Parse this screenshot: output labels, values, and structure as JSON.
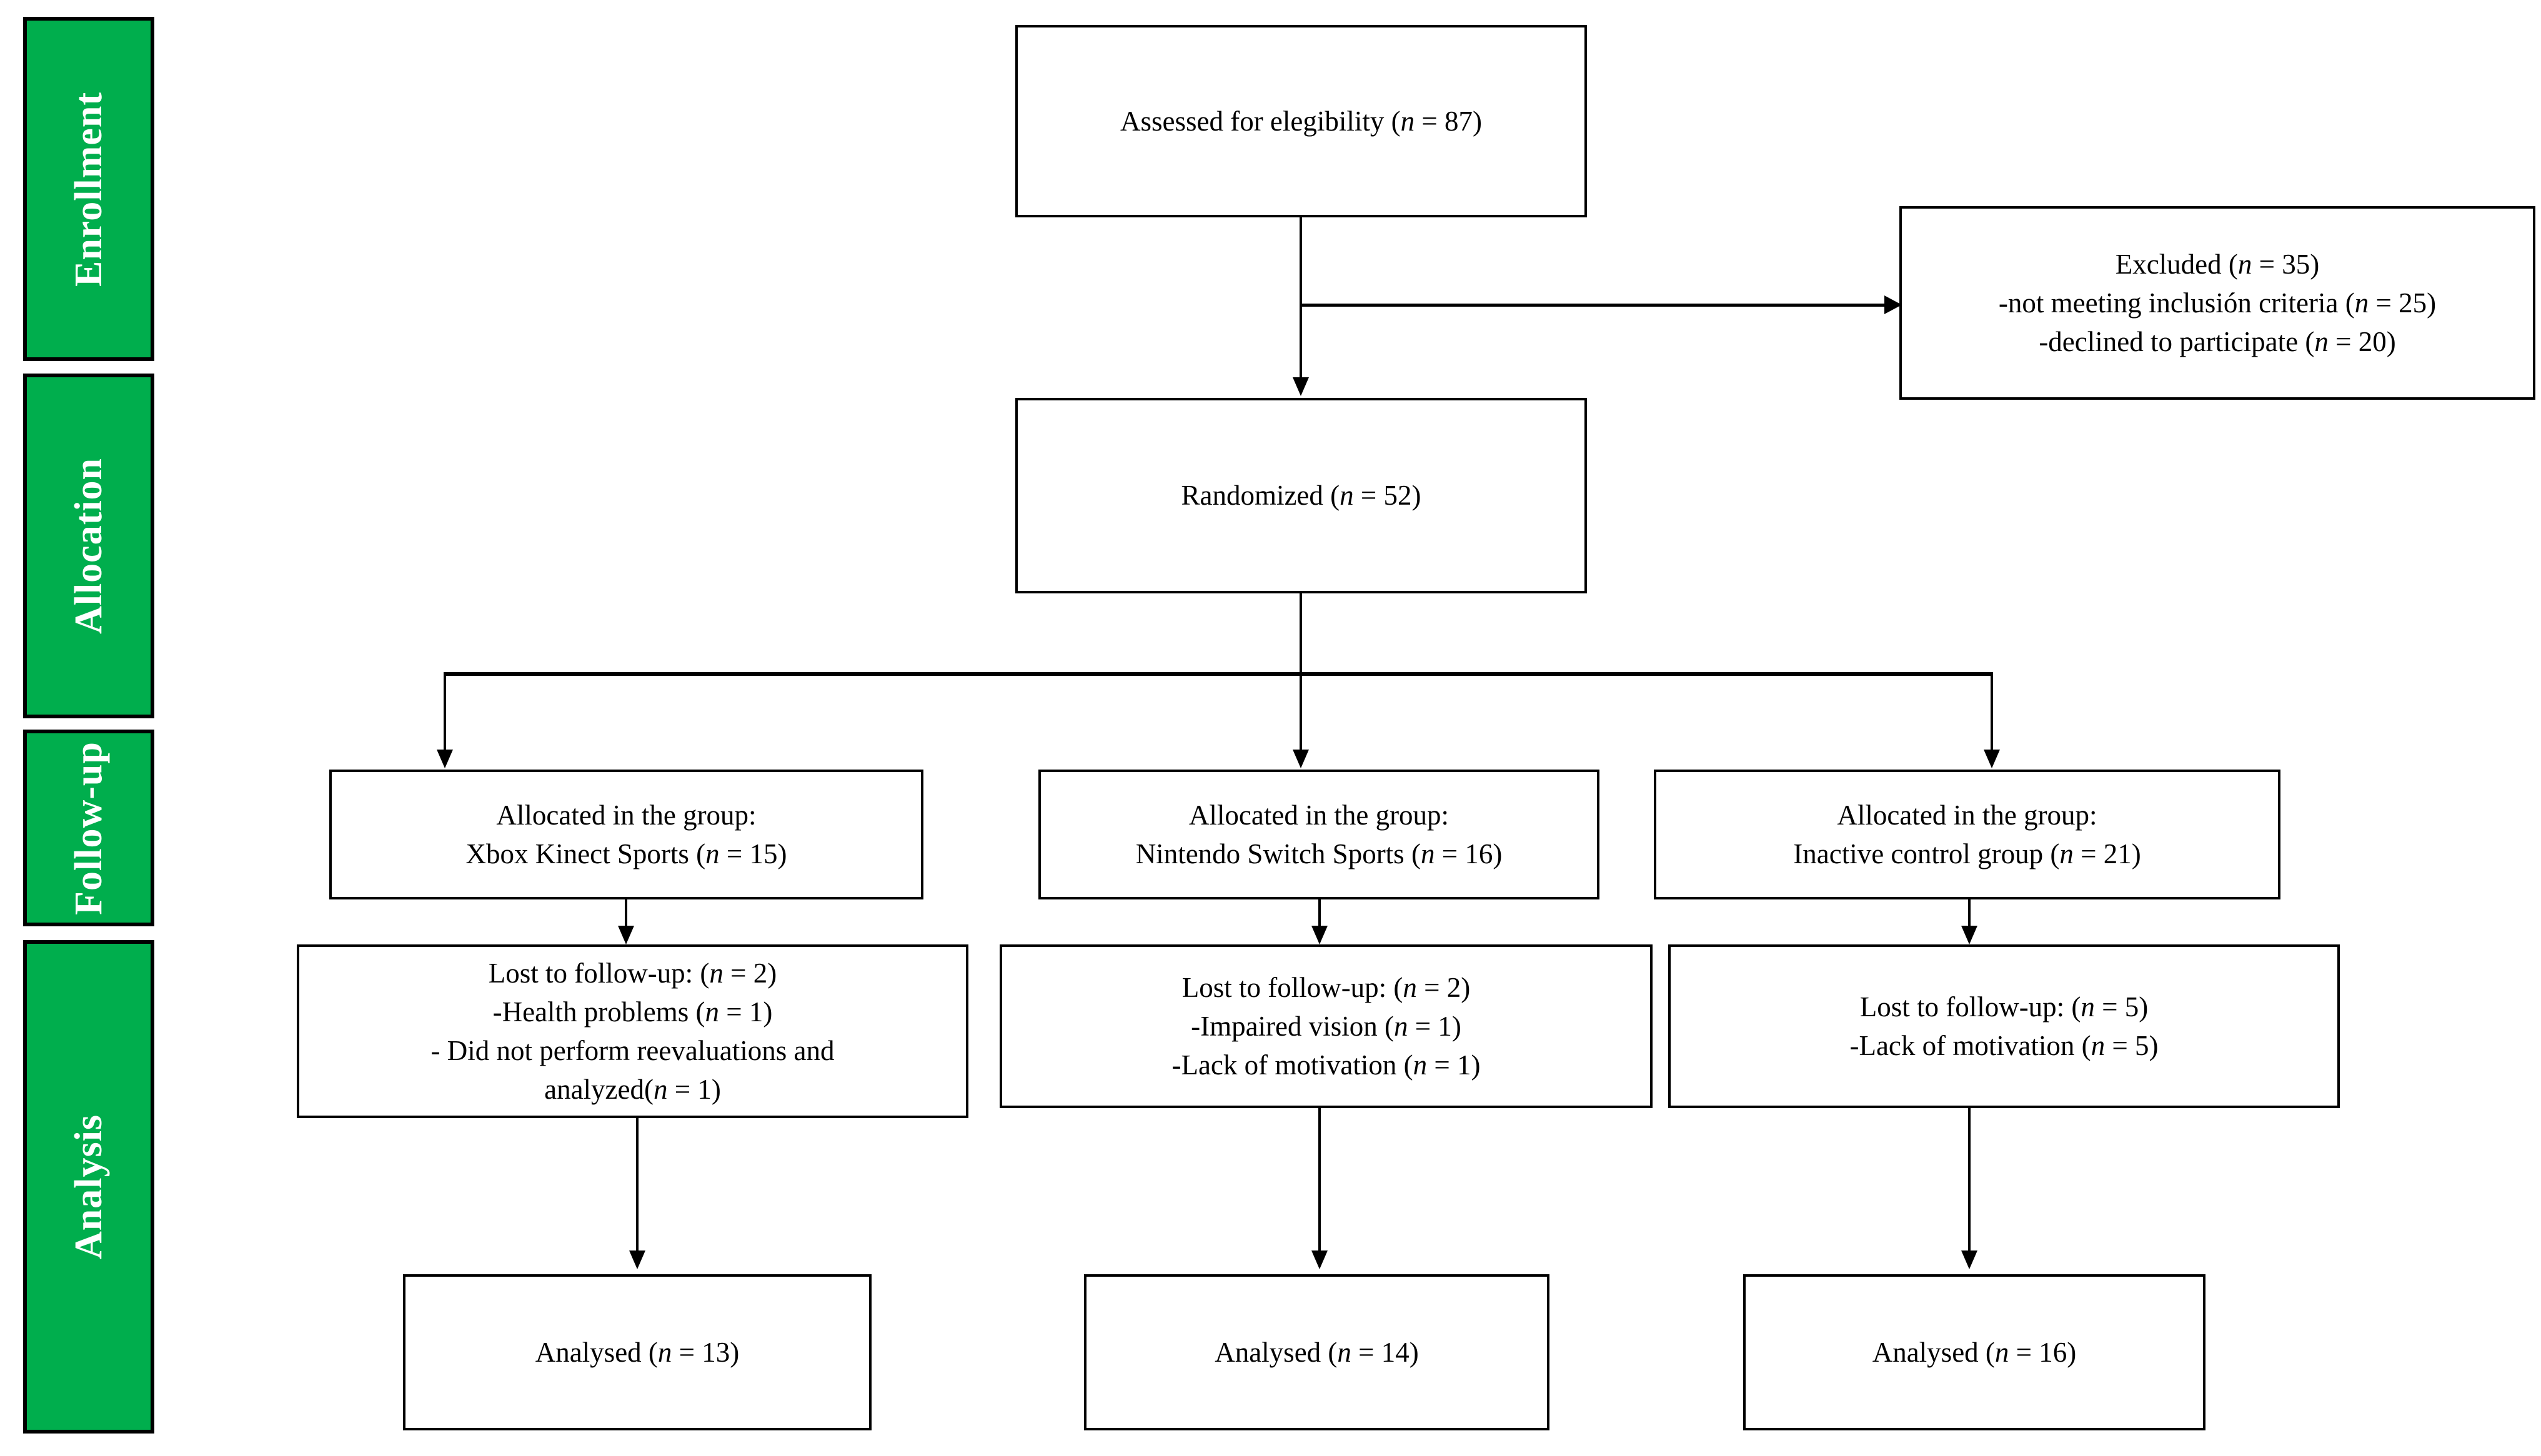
{
  "diagram": {
    "type": "consort-flow-diagram",
    "title": "CONSORT participant flow",
    "accent_color": "#00AE4D",
    "border_color": "#000000",
    "background_color": "#FFFFFF",
    "label_text_color": "#FFFFFF"
  },
  "phases": [
    {
      "id": "enrollment",
      "label": "Enrollment"
    },
    {
      "id": "allocation",
      "label": "Allocation"
    },
    {
      "id": "followup",
      "label": "Follow-up"
    },
    {
      "id": "analysis",
      "label": "Analysis"
    }
  ],
  "nodes": {
    "assessed": {
      "id": "assessed-for-eligibility",
      "lines": [
        "Assessed for elegibility  (n = 87)"
      ],
      "n": 87
    },
    "excluded": {
      "id": "excluded",
      "lines": [
        "Excluded (n = 35)",
        "-not meeting inclusión  criteria (n = 25)",
        "-declined to participate (n = 20)"
      ],
      "n": 35,
      "reasons": [
        {
          "reason": "not meeting inclusión criteria",
          "n": 25
        },
        {
          "reason": "declined to participate",
          "n": 20
        }
      ]
    },
    "randomized": {
      "id": "randomized",
      "lines": [
        "Randomized (n = 52)"
      ],
      "n": 52
    },
    "allocated_1": {
      "id": "allocated-xbox-kinect-sports",
      "lines": [
        "Allocated in the group:",
        "Xbox Kinect Sports (n = 15)"
      ],
      "group": "Xbox Kinect Sports",
      "n": 15
    },
    "allocated_2": {
      "id": "allocated-nintendo-switch-sports",
      "lines": [
        "Allocated in the group:",
        "Nintendo Switch Sports (n = 16)"
      ],
      "group": "Nintendo Switch Sports",
      "n": 16
    },
    "allocated_3": {
      "id": "allocated-inactive-control-group",
      "lines": [
        "Allocated in the group:",
        "Inactive control group (n = 21)"
      ],
      "group": "Inactive control group",
      "n": 21
    },
    "lost_1": {
      "id": "lost-to-followup-xbox",
      "lines": [
        "Lost to follow-up: (n = 2)",
        "-Health  problems (n = 1)",
        "- Did not perform reevaluations  and",
        "analyzed(n = 1)"
      ],
      "n": 2,
      "reasons": [
        {
          "reason": "Health problems",
          "n": 1
        },
        {
          "reason": "Did not perform reevaluations and analyzed",
          "n": 1
        }
      ]
    },
    "lost_2": {
      "id": "lost-to-followup-nintendo",
      "lines": [
        "Lost to follow-up: (n = 2)",
        "-Impaired vision (n = 1)",
        "-Lack of motivation (n = 1)"
      ],
      "n": 2,
      "reasons": [
        {
          "reason": "Impaired vision",
          "n": 1
        },
        {
          "reason": "Lack of motivation",
          "n": 1
        }
      ]
    },
    "lost_3": {
      "id": "lost-to-followup-control",
      "lines": [
        "Lost to follow-up: (n = 5)",
        "-Lack of motivation  (n = 5)"
      ],
      "n": 5,
      "reasons": [
        {
          "reason": "Lack of motivation",
          "n": 5
        }
      ]
    },
    "analysed_1": {
      "id": "analysed-xbox",
      "lines": [
        "Analysed (n = 13)"
      ],
      "n": 13
    },
    "analysed_2": {
      "id": "analysed-nintendo",
      "lines": [
        "Analysed (n = 14)"
      ],
      "n": 14
    },
    "analysed_3": {
      "id": "analysed-control",
      "lines": [
        "Analysed (n = 16)"
      ],
      "n": 16
    }
  },
  "chart_data": {
    "type": "diagram",
    "title": "CONSORT flow diagram",
    "flow": [
      {
        "stage": "Enrollment",
        "label": "Assessed for elegibility",
        "n": 87
      },
      {
        "stage": "Enrollment",
        "label": "Excluded",
        "n": 35
      },
      {
        "stage": "Enrollment",
        "label": "not meeting inclusión criteria",
        "n": 25
      },
      {
        "stage": "Enrollment",
        "label": "declined to participate",
        "n": 20
      },
      {
        "stage": "Allocation",
        "label": "Randomized",
        "n": 52
      },
      {
        "stage": "Allocation",
        "label": "Xbox Kinect Sports",
        "n": 15
      },
      {
        "stage": "Allocation",
        "label": "Nintendo Switch Sports",
        "n": 16
      },
      {
        "stage": "Allocation",
        "label": "Inactive control group",
        "n": 21
      },
      {
        "stage": "Follow-up",
        "label": "Lost to follow-up (Xbox)",
        "n": 2
      },
      {
        "stage": "Follow-up",
        "label": "Lost to follow-up (Nintendo)",
        "n": 2
      },
      {
        "stage": "Follow-up",
        "label": "Lost to follow-up (Control)",
        "n": 5
      },
      {
        "stage": "Analysis",
        "label": "Analysed (Xbox)",
        "n": 13
      },
      {
        "stage": "Analysis",
        "label": "Analysed (Nintendo)",
        "n": 14
      },
      {
        "stage": "Analysis",
        "label": "Analysed (Control)",
        "n": 16
      }
    ]
  }
}
